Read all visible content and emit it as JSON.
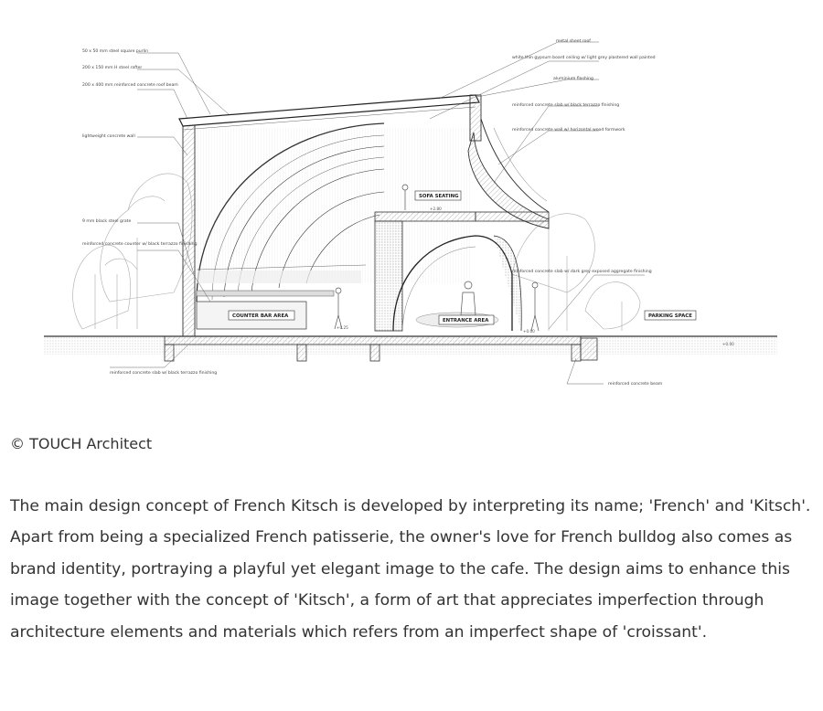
{
  "figure": {
    "annotations_left": [
      "50 x 50 mm steel square purlin",
      "200 x 150 mm H steel rafter",
      "200 x 400 mm reinforced concrete roof beam",
      "lightweight concrete wall",
      "9 mm black steel grate",
      "reinforced concrete counter w/ black terrazzo finishing"
    ],
    "annotations_right": [
      "metal sheet roof",
      "white thin gypsum board ceiling w/ light grey plastered wall painted",
      "aluminium flashing",
      "reinforced concrete slab w/ black terrazzo finishing",
      "reinforced concrete wall w/ horizontal wood formwork",
      "reinforced concrete slab w/ dark grey exposed aggregate finishing"
    ],
    "annotations_bottom": [
      "reinforced concrete slab w/ black terrazzo finishing",
      "reinforced concrete beam"
    ],
    "space_labels": {
      "sofa": "SOFA SEATING",
      "counter": "COUNTER BAR AREA",
      "entrance": "ENTRANCE AREA",
      "parking": "PARKING SPACE"
    },
    "levels": [
      "+2.80",
      "+0.25",
      "+0.00",
      "+0.00"
    ]
  },
  "credit": "© TOUCH Architect",
  "paragraph": "The main design concept of French Kitsch is developed by interpreting its name; 'French' and 'Kitsch'. Apart from being a specialized French patisserie, the owner's love for French bulldog also comes as brand identity, portraying a playful yet elegant image to the cafe. The design aims to enhance this image together with the concept of 'Kitsch', a form of art that appreciates imperfection through architecture elements and materials which refers  from an imperfect shape of 'croissant'."
}
